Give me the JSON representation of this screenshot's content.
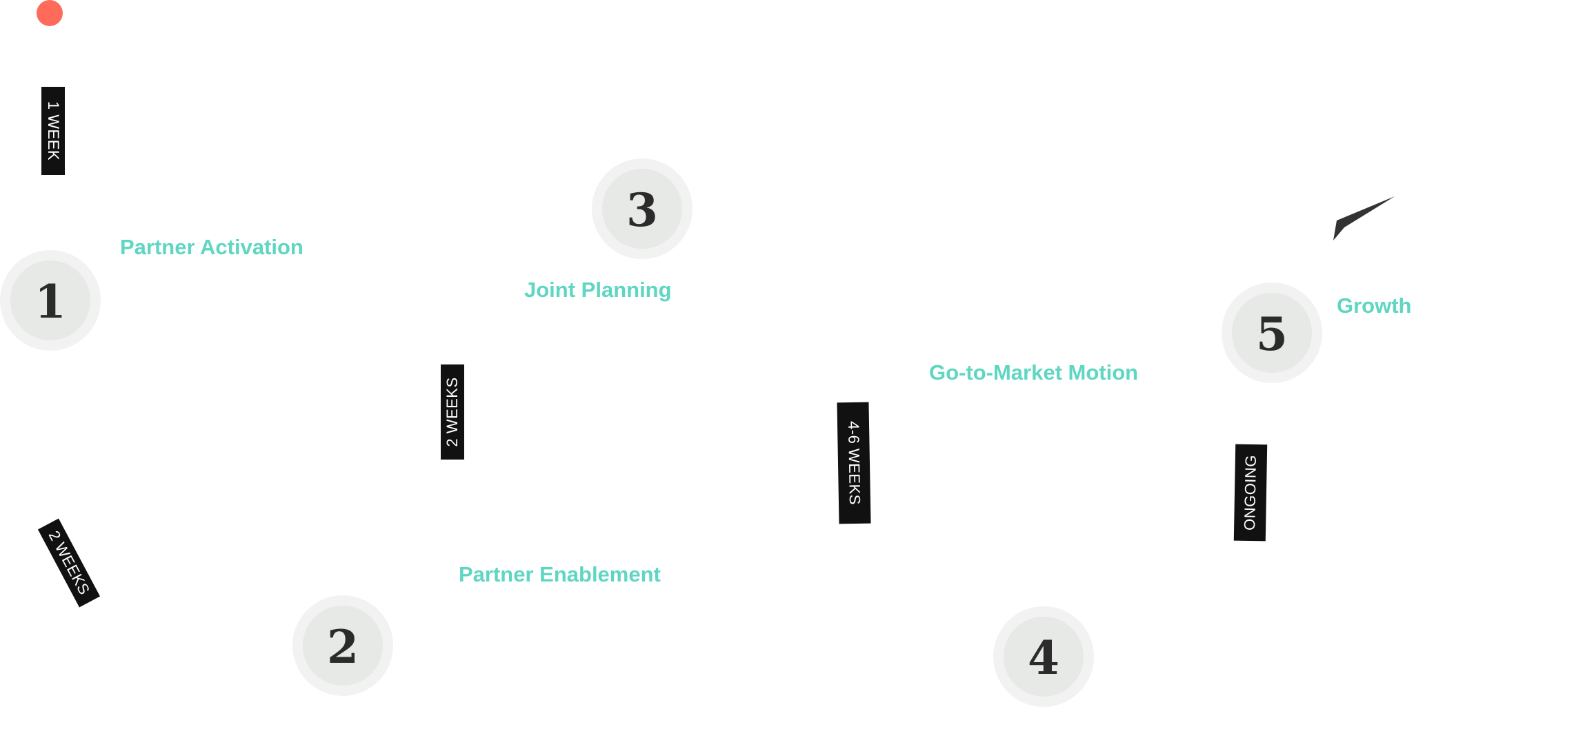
{
  "colors": {
    "accent": "#5fd6c1",
    "start_dot": "#ff6b5b",
    "tag_bg": "#111111",
    "step_number": "#2b2b2b",
    "arrow": "#333333"
  },
  "steps": [
    {
      "number": "1",
      "title": "Partner Activation",
      "duration": "1 WEEK"
    },
    {
      "number": "2",
      "title": "Partner Enablement",
      "duration": "2 WEEKS"
    },
    {
      "number": "3",
      "title": "Joint Planning",
      "duration": "2 WEEKS"
    },
    {
      "number": "4",
      "title": "Go-to-Market Motion",
      "duration": "4-6 WEEKS"
    },
    {
      "number": "5",
      "title": "Growth",
      "duration": "ONGOING"
    }
  ],
  "icons": {
    "start": "start-dot-icon",
    "end": "arrow-tip-icon"
  }
}
